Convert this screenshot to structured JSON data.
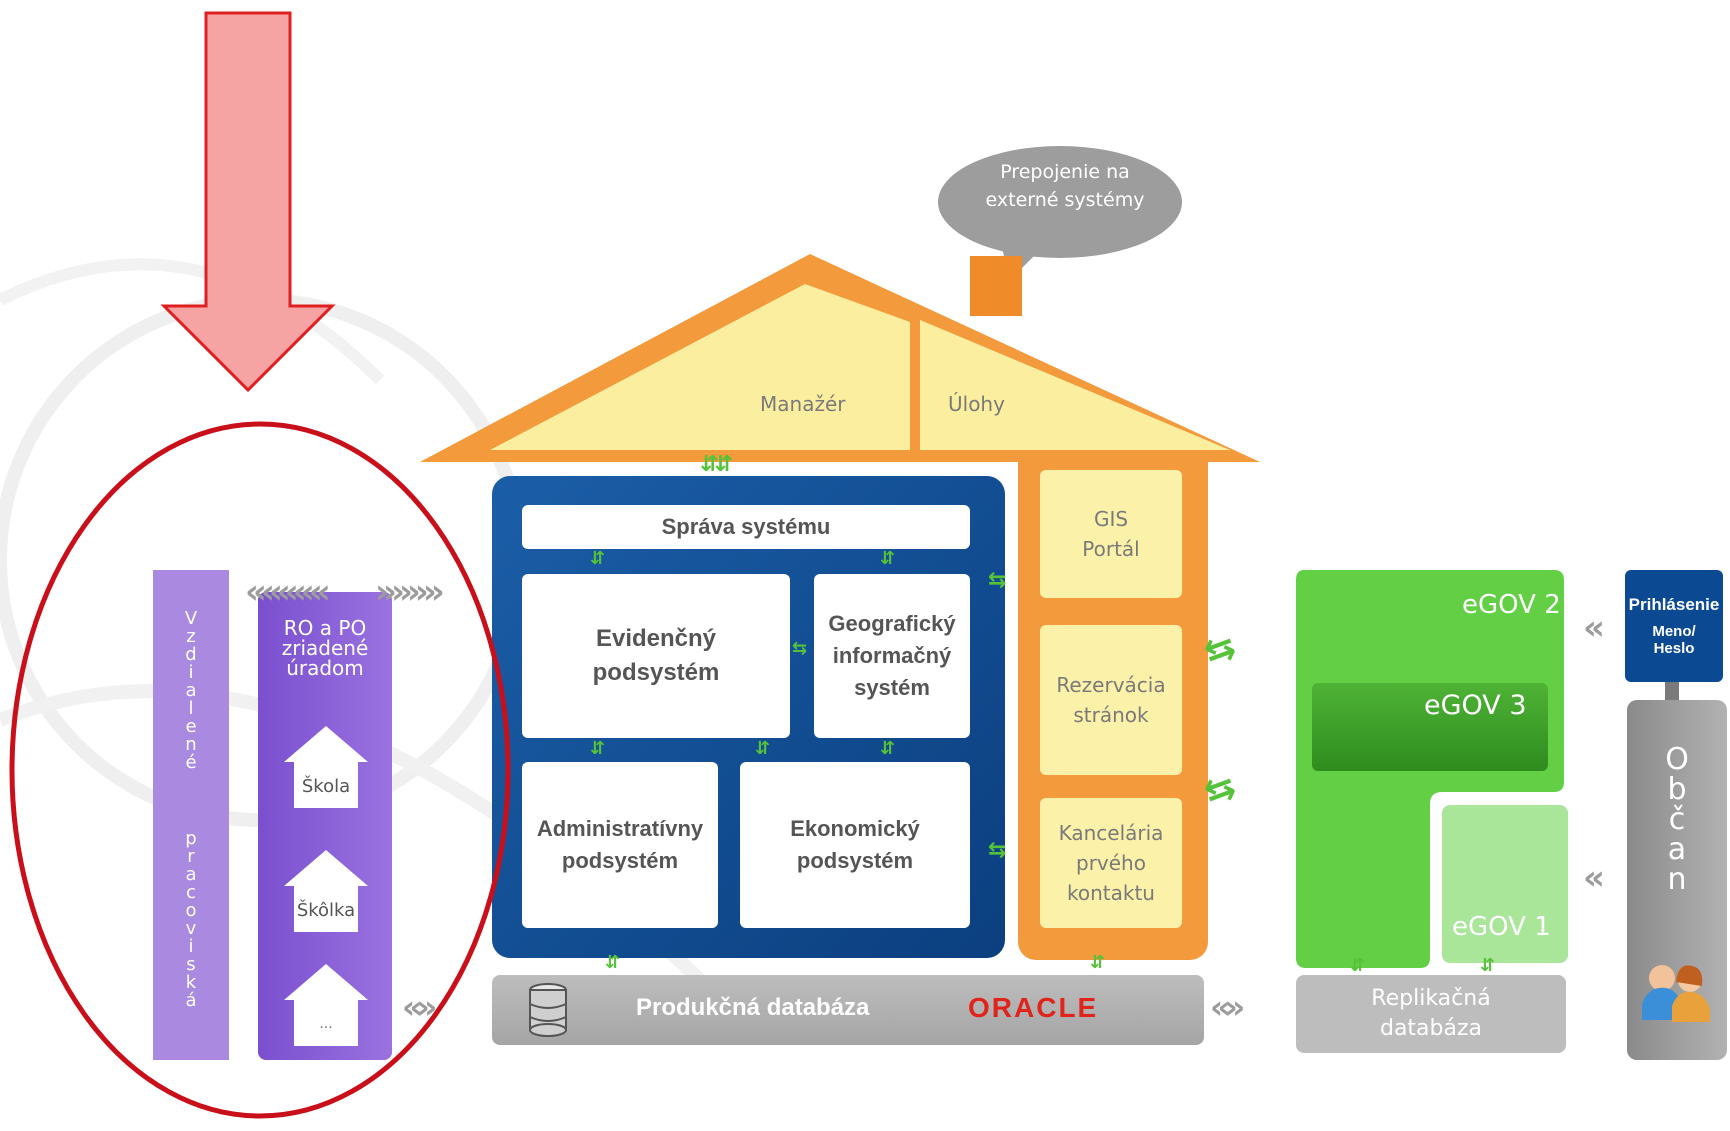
{
  "bubble": {
    "line1": "Prepojenie na",
    "line2": "externé systémy"
  },
  "roof": {
    "manager": "Manažér",
    "ulohy": "Úlohy"
  },
  "core": {
    "sprava": "Správa systému",
    "evidencny": [
      "Evidenčný",
      "podsystém"
    ],
    "geograficky": [
      "Geografický",
      "informačný",
      "systém"
    ],
    "administrativny": [
      "Administratívny",
      "podsystém"
    ],
    "ekonomicky": [
      "Ekonomický",
      "podsystém"
    ]
  },
  "side": {
    "gis": [
      "GIS",
      "Portál"
    ],
    "rezervacia": [
      "Rezervácia",
      "stránok"
    ],
    "kancelaria": [
      "Kancelária",
      "prvého",
      "kontaktu"
    ]
  },
  "database": {
    "label": "Produkčná databáza",
    "brand": "ORACLE"
  },
  "replica": [
    "Replikačná",
    "databáza"
  ],
  "egov": {
    "egov2": "eGOV 2",
    "egov3": "eGOV 3",
    "egov1": "eGOV 1"
  },
  "login": {
    "title": "Prihlásenie",
    "meno": "Meno/",
    "heslo": "Heslo"
  },
  "citizen": {
    "letters": [
      "O",
      "b",
      "č",
      "a",
      "n"
    ]
  },
  "remote": {
    "vzdialene": [
      "V",
      "z",
      "d",
      "i",
      "a",
      "l",
      "e",
      "n",
      "é"
    ],
    "pracoviska": [
      "p",
      "r",
      "a",
      "c",
      "o",
      "v",
      "i",
      "s",
      "k",
      "á"
    ]
  },
  "ropo": {
    "title": [
      "RO a PO",
      "zriadené",
      "úradom"
    ],
    "skola": "Škola",
    "skolka": "Škôlka",
    "more": "..."
  },
  "colors": {
    "orange": "#f39a3c",
    "blue": "#0e4a8f",
    "yellow": "#fbf1a8",
    "green": "#62cf45",
    "purple": "#8a62d6",
    "red": "#d01010"
  }
}
